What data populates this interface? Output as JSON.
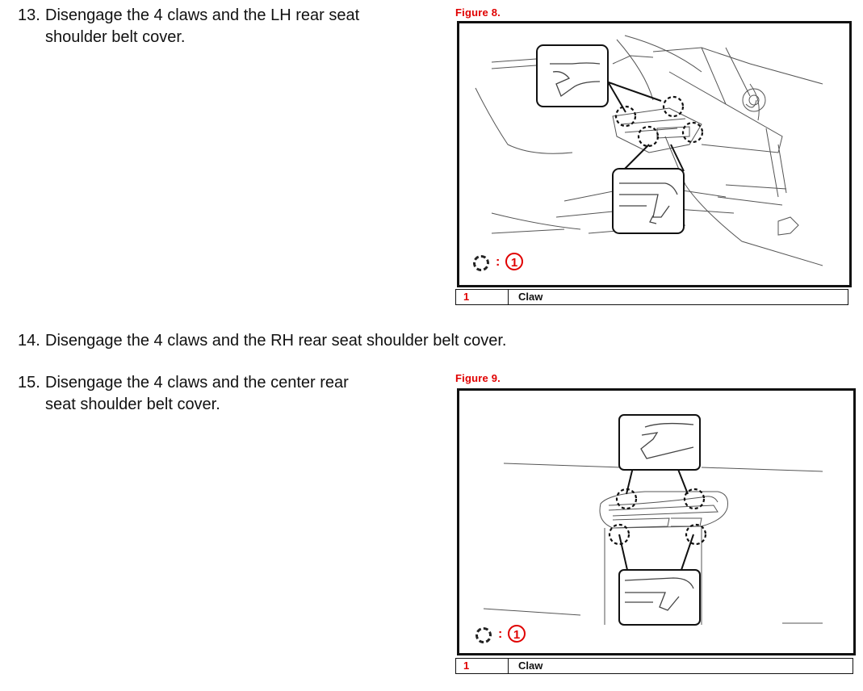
{
  "steps": [
    {
      "num": "13.",
      "line1": "Disengage the 4 claws and the LH rear seat",
      "line2": "shoulder belt cover."
    },
    {
      "num": "14.",
      "line1": "Disengage the 4 claws and the RH rear seat shoulder belt cover."
    },
    {
      "num": "15.",
      "line1": "Disengage the 4 claws and the center rear",
      "line2": "seat shoulder belt cover."
    }
  ],
  "figures": [
    {
      "label": "Figure 8.",
      "callout_number": "1",
      "legend_number": "1",
      "legend_name": "Claw"
    },
    {
      "label": "Figure 9.",
      "callout_number": "1",
      "legend_number": "1",
      "legend_name": "Claw"
    }
  ],
  "colors": {
    "accent_red": "#e00000",
    "ink": "#111111"
  }
}
